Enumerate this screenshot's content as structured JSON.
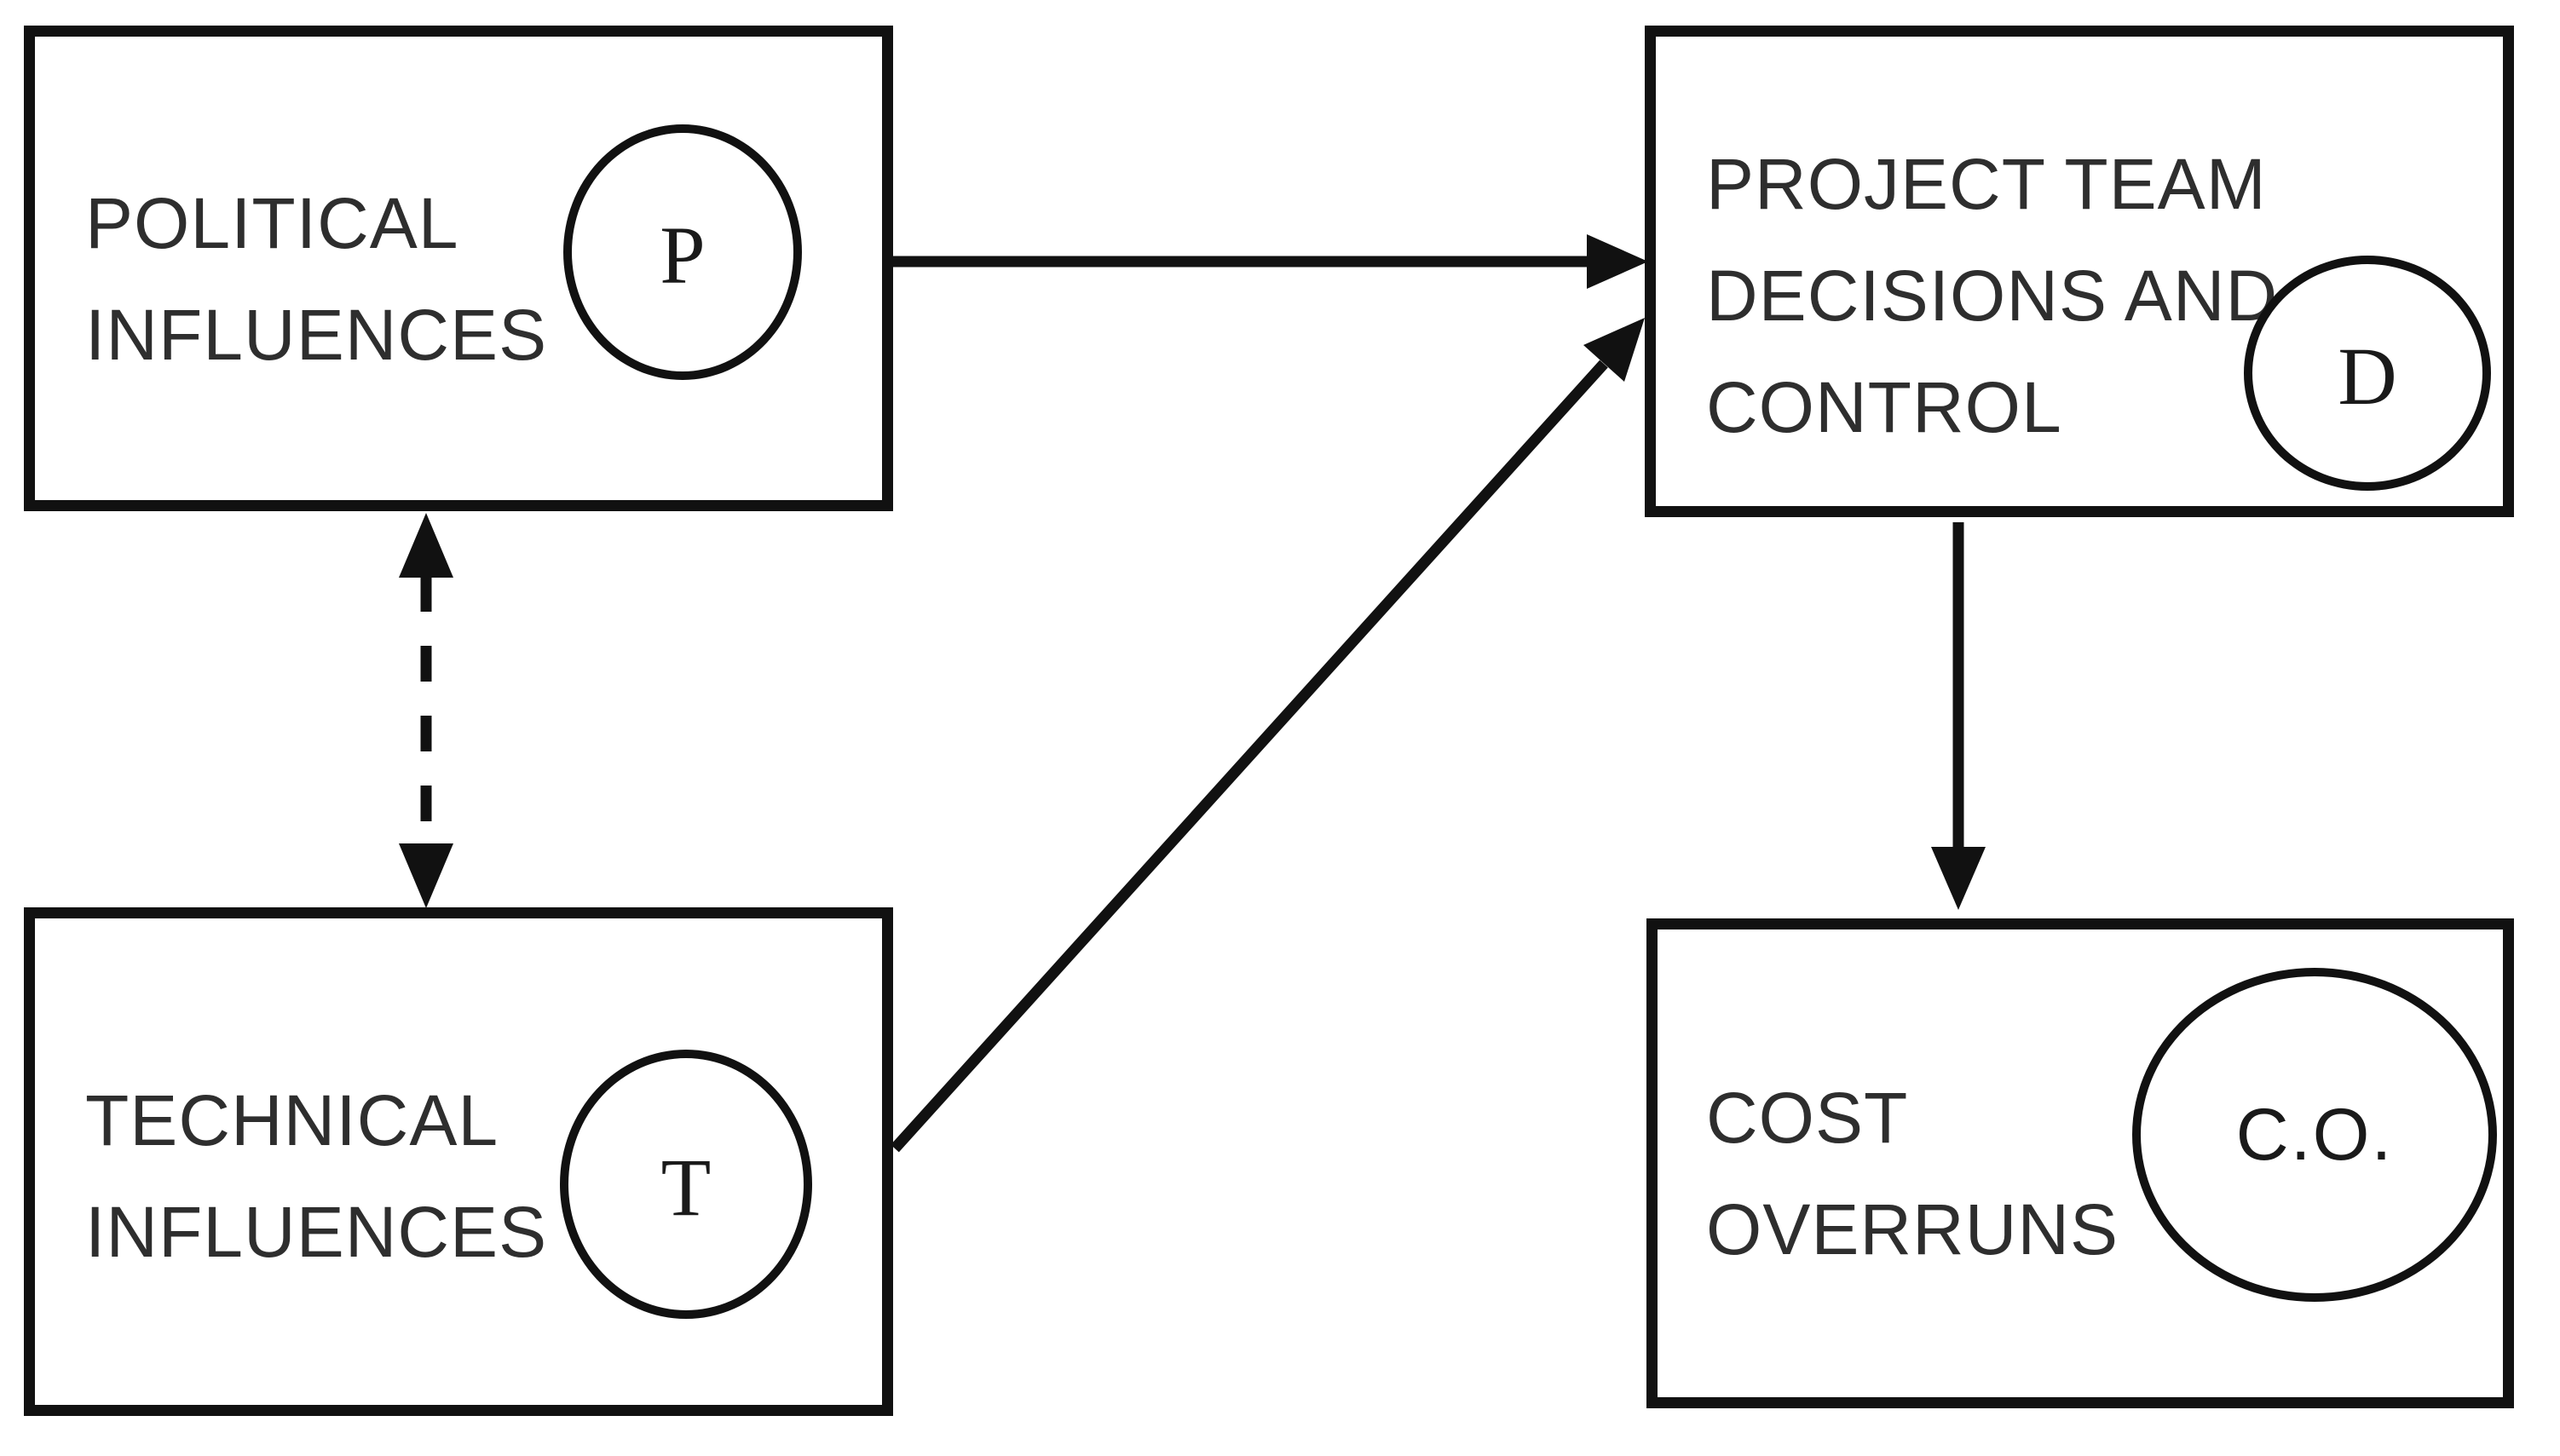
{
  "diagram": {
    "background_color": "#ffffff",
    "line_color": "#111111",
    "text_color": "#2e2e2e",
    "nodes": {
      "political": {
        "lines": [
          "POLITICAL",
          "INFLUENCES"
        ],
        "symbol": "P"
      },
      "technical": {
        "lines": [
          "TECHNICAL",
          "INFLUENCES"
        ],
        "symbol": "T"
      },
      "decisions": {
        "lines": [
          "PROJECT TEAM",
          "DECISIONS AND",
          "CONTROL"
        ],
        "symbol": "D"
      },
      "overruns": {
        "lines": [
          "COST",
          "OVERRUNS"
        ],
        "symbol": "C.O."
      }
    },
    "edges": [
      {
        "from": "political",
        "to": "decisions",
        "style": "solid",
        "arrowheads": "end"
      },
      {
        "from": "political",
        "to": "technical",
        "style": "dashed",
        "arrowheads": "both"
      },
      {
        "from": "technical",
        "to": "decisions",
        "style": "solid",
        "arrowheads": "end"
      },
      {
        "from": "decisions",
        "to": "overruns",
        "style": "solid",
        "arrowheads": "end"
      }
    ]
  }
}
